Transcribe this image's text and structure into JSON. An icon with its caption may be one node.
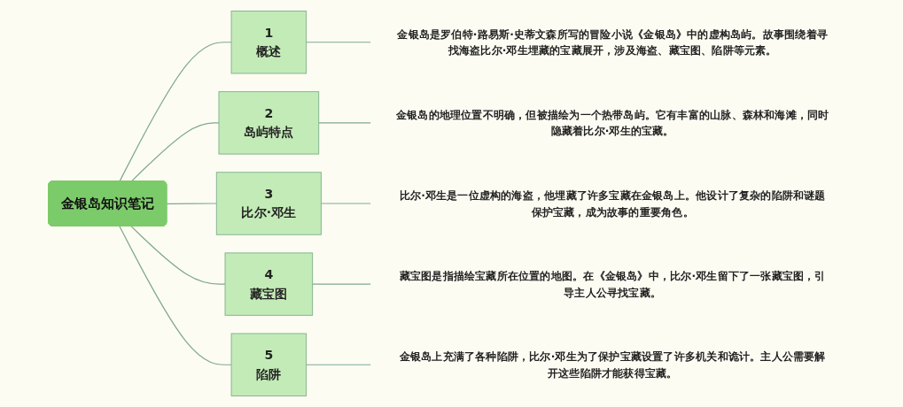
{
  "diagram": {
    "nodes": [
      {
        "text": [
          "金银岛知识笔记"
        ]
      },
      {
        "text": [
          "1",
          "概述"
        ]
      },
      {
        "text": [
          "金银岛是罗伯特·路易斯·史蒂文森所写的冒险小说《金银岛》中的虚构岛屿。故事围绕着寻找海盗比尔·邓生埋藏的宝藏展开，涉及海盗、藏宝图、陷阱等元素。"
        ]
      },
      {
        "text": [
          "2",
          "岛屿特点"
        ]
      },
      {
        "text": [
          "金银岛的地理位置不明确，但被描绘为一个热带岛屿。它有丰富的山脉、森林和海滩，同时隐藏着比尔·邓生的宝藏。"
        ]
      },
      {
        "text": [
          "3",
          "比尔·邓生"
        ]
      },
      {
        "text": [
          "比尔·邓生是一位虚构的海盗，他埋藏了许多宝藏在金银岛上。他设计了复杂的陷阱和谜题保护宝藏，成为故事的重要角色。"
        ]
      },
      {
        "text": [
          "4",
          "藏宝图"
        ]
      },
      {
        "text": [
          "藏宝图是指描绘宝藏所在位置的地图。在《金银岛》中，比尔·邓生留下了一张藏宝图，引导主人公寻找宝藏。"
        ]
      },
      {
        "text": [
          "5",
          "陷阱"
        ]
      },
      {
        "text": [
          "金银岛上充满了各种陷阱，比尔·邓生为了保护宝藏设置了许多机关和诡计。主人公需要解开这些陷阱才能获得宝藏。"
        ]
      }
    ],
    "edges": [
      {
        "from": 0,
        "to": 1,
        "arrow": "none"
      },
      {
        "from": 1,
        "to": 2,
        "arrow": "none"
      },
      {
        "from": 0,
        "to": 3,
        "arrow": "none"
      },
      {
        "from": 3,
        "to": 4,
        "arrow": "none"
      },
      {
        "from": 0,
        "to": 5,
        "arrow": "none"
      },
      {
        "from": 5,
        "to": 6,
        "arrow": "none"
      },
      {
        "from": 0,
        "to": 7,
        "arrow": "none"
      },
      {
        "from": 7,
        "to": 8,
        "arrow": "none"
      },
      {
        "from": 0,
        "to": 9,
        "arrow": "none"
      },
      {
        "from": 9,
        "to": 10,
        "arrow": "none"
      }
    ]
  }
}
